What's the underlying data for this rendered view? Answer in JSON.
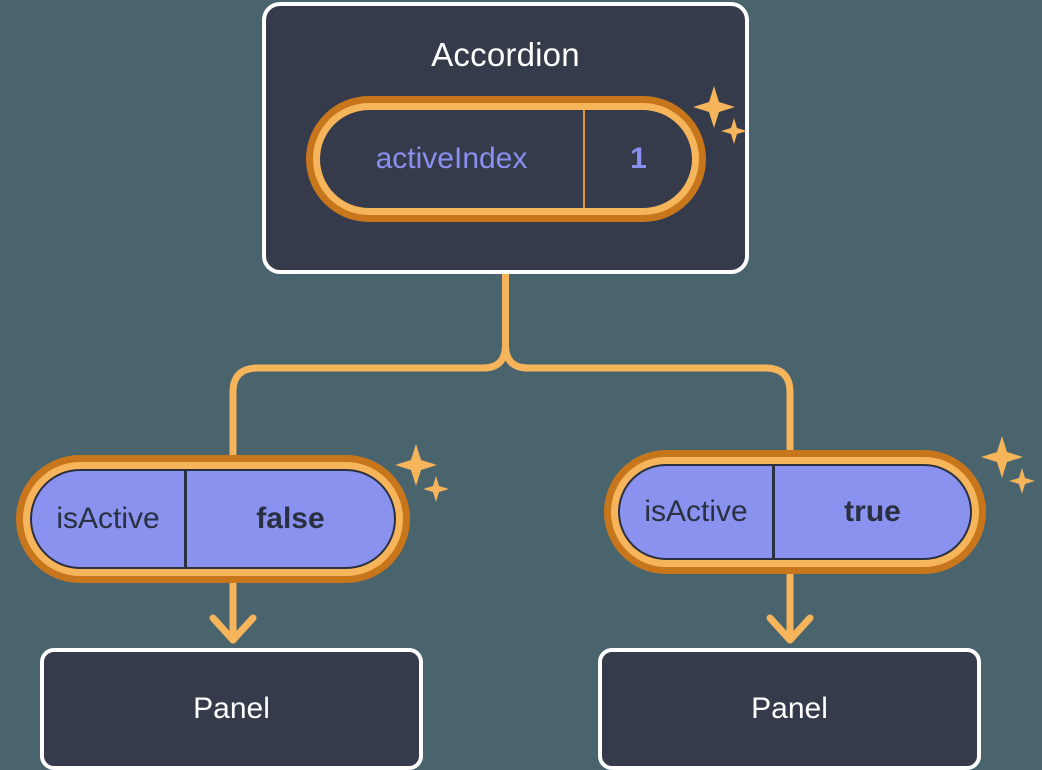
{
  "background_color": "#4a646e",
  "colors": {
    "card_fill": "#353b4b",
    "card_border": "#ffffff",
    "wire": "#f7b55b",
    "pill_ring_outer": "#c8761c",
    "pill_ring_inner": "#f7b55b",
    "pill_purple_fill": "#8a92f0",
    "pill_purple_text": "#2b3040",
    "pill_dark_text": "#8b8ff0",
    "sparkle": "#f7b55b"
  },
  "accordion": {
    "title": "Accordion",
    "state_pill": {
      "key": "activeIndex",
      "value": "1"
    },
    "sparkle_icon": "sparkle-icon"
  },
  "branches": [
    {
      "id": "left",
      "state_pill": {
        "key": "isActive",
        "value": "false"
      },
      "sparkle_icon": "sparkle-icon",
      "arrow_icon": "arrow-down-icon",
      "panel": {
        "title": "Panel"
      }
    },
    {
      "id": "right",
      "state_pill": {
        "key": "isActive",
        "value": "true"
      },
      "sparkle_icon": "sparkle-icon",
      "arrow_icon": "arrow-down-icon",
      "panel": {
        "title": "Panel"
      }
    }
  ]
}
